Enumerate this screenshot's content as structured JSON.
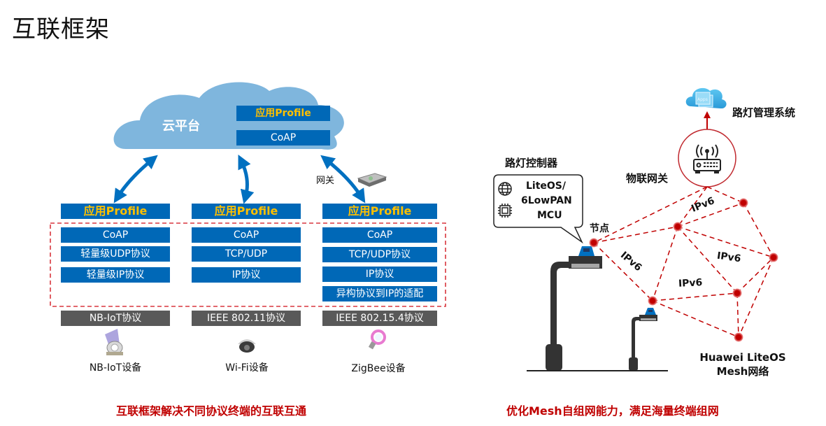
{
  "page": {
    "title": "互联框架"
  },
  "left": {
    "cloud": {
      "label": "云平台",
      "profile": "应用Profile",
      "coap": "CoAP"
    },
    "gateway_label": "网关",
    "columns": [
      {
        "profile": "应用Profile",
        "layers": [
          "CoAP",
          "轻量级UDP协议",
          "轻量级IP协议"
        ],
        "protocol": "NB-IoT协议",
        "device": "NB-IoT设备",
        "device_icon": "water-meter-icon"
      },
      {
        "profile": "应用Profile",
        "layers": [
          "CoAP",
          "TCP/UDP",
          "IP协议"
        ],
        "protocol": "IEEE 802.11协议",
        "device": "Wi-Fi设备",
        "device_icon": "dome-camera-icon"
      },
      {
        "profile": "应用Profile",
        "layers": [
          "CoAP",
          "TCP/UDP协议",
          "IP协议",
          "异构协议到IP的适配"
        ],
        "protocol": "IEEE 802.15.4协议",
        "device": "ZigBee设备",
        "device_icon": "smart-bulb-icon"
      }
    ],
    "caption": "互联框架解决不同协议终端的互联互通"
  },
  "right": {
    "management_system": "路灯管理系统",
    "cloud_apps_text": "Apps",
    "gateway": "物联网关",
    "controller_title": "路灯控制器",
    "controller_lines": [
      "LiteOS/",
      "6LowPAN",
      "MCU"
    ],
    "node_label": "节点",
    "link_labels": [
      "IPv6",
      "IPv6",
      "IPv6",
      "IPv6"
    ],
    "mesh_label": [
      "Huawei LiteOS",
      "Mesh网络"
    ],
    "caption": "优化Mesh自组网能力，满足海量终端组网"
  },
  "colors": {
    "blue": "#0068b7",
    "profile_yellow": "#ffc000",
    "gray": "#595959",
    "cloud": "#7fb6dd",
    "red": "#c00000"
  }
}
